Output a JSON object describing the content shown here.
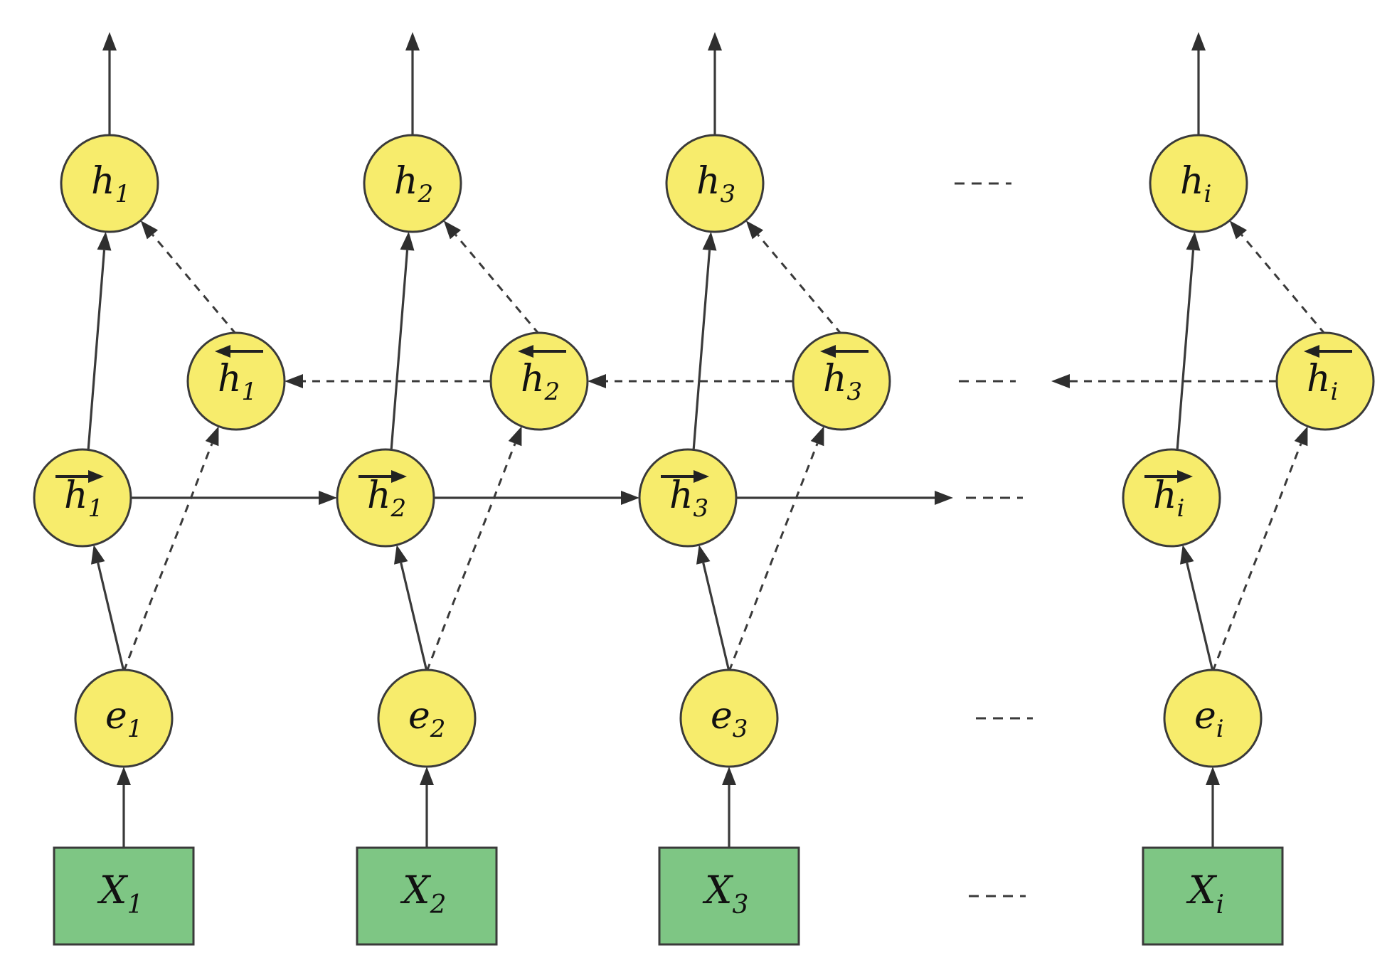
{
  "columns": [
    {
      "x": "X",
      "x_sub": "1",
      "e": "e",
      "e_sub": "1",
      "hf": "h",
      "hf_sub": "1",
      "hb": "h",
      "hb_sub": "1",
      "h": "h",
      "h_sub": "1"
    },
    {
      "x": "X",
      "x_sub": "2",
      "e": "e",
      "e_sub": "2",
      "hf": "h",
      "hf_sub": "2",
      "hb": "h",
      "hb_sub": "2",
      "h": "h",
      "h_sub": "2"
    },
    {
      "x": "X",
      "x_sub": "3",
      "e": "e",
      "e_sub": "3",
      "hf": "h",
      "hf_sub": "3",
      "hb": "h",
      "hb_sub": "3",
      "h": "h",
      "h_sub": "3"
    },
    {
      "x": "X",
      "x_sub": "i",
      "e": "e",
      "e_sub": "i",
      "hf": "h",
      "hf_sub": "i",
      "hb": "h",
      "hb_sub": "i",
      "h": "h",
      "h_sub": "i"
    }
  ],
  "colors": {
    "node_fill": "#f7ec6c",
    "input_fill": "#7ec684",
    "stroke": "#3a3a3a"
  }
}
